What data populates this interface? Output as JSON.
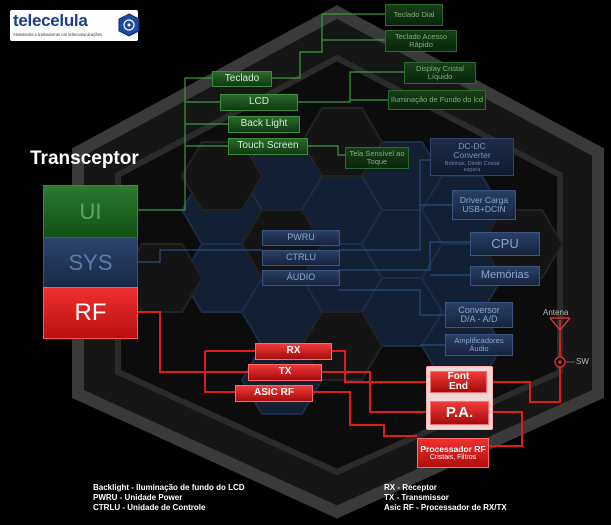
{
  "logo": {
    "name": "telecelula",
    "tagline": "Assessoria e treinamento em telecomunicações"
  },
  "title": "Transceptor",
  "blocks": {
    "ui": "UI",
    "sys": "SYS",
    "rf": "RF"
  },
  "ui_items": [
    "Teclado",
    "LCD",
    "Back Light",
    "Touch Screen"
  ],
  "ui_sub_items": [
    "Teclado Dial",
    "Teclado Acesso Rápido",
    "Display Cristal Líquido",
    "Iluminação de Fundo do lcd",
    "Tela Sensível ao Toque"
  ],
  "sys_items": [
    "PWRU",
    "CTRLU",
    "ÁUDIO"
  ],
  "sys_right": {
    "dcdc_title": "DC-DC Converter",
    "dcdc_sub": "Bobinas, Diodo Cristal espera",
    "driver": "Driver Carga USB+DCIN",
    "cpu": "CPU",
    "memorias": "Memórias",
    "conversor": "Conversor D/A - A/D",
    "amplificadores": "Amplificadores Áudio"
  },
  "rf_items": [
    "RX",
    "TX",
    "ASIC RF"
  ],
  "frontend": "Font End",
  "pa": "P.A.",
  "processador_title": "Processador RF",
  "processador_sub": "Cristais, Filtros",
  "antena": "Antena",
  "sw": "SW",
  "legend_left": [
    "Backlight - Iluminação de fundo do LCD",
    "PWRU - Unidade Power",
    "CTRLU - Unidade de Controle"
  ],
  "legend_right": [
    "RX - Receptor",
    "TX - Transmissor",
    "Asic RF - Processador de RX/TX"
  ],
  "colors": {
    "background": "#000000",
    "ui_green": "#1f5e22",
    "sys_blue": "#24385e",
    "rf_red": "#e01b1b",
    "line_green": "#3c9a3c",
    "line_red": "#e01b1b"
  }
}
